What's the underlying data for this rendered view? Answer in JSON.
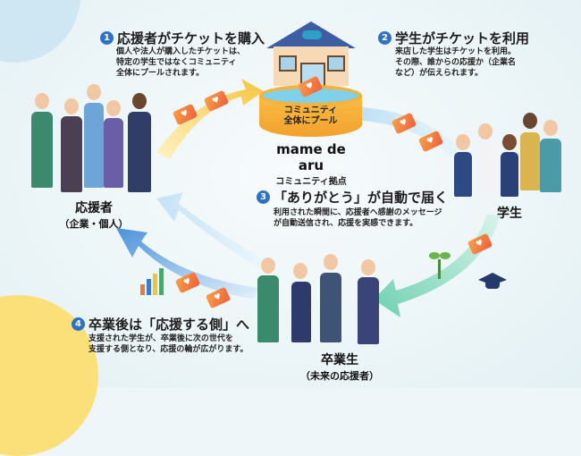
{
  "diagram": {
    "center": {
      "pool_label": "コミュニティ\n全体にプール",
      "brand_name": "mame de aru",
      "brand_sub": "コミュニティ拠点"
    },
    "steps": [
      {
        "number": "1",
        "title": "応援者がチケットを購入",
        "description": "個人や法人が購入したチケットは、\n特定の学生ではなくコミュニティ\n全体にプールされます。"
      },
      {
        "number": "2",
        "title": "学生がチケットを利用",
        "description": "来店した学生はチケットを利用。\nその際、誰からの応援か（企業名\nなど）が伝えられます。"
      },
      {
        "number": "3",
        "title": "「ありがとう」が自動で届く",
        "description": "利用された瞬間に、応援者へ感謝のメッセージ\nが自動送信され、応援を実感できます。"
      },
      {
        "number": "4",
        "title": "卒業後は「応援する側」へ",
        "description": "支援された学生が、卒業後に次の世代を\n支援する側となり、応援の輪が広がります。"
      }
    ],
    "roles": {
      "supporters": {
        "main": "応援者",
        "sub": "（企業・個人）"
      },
      "students": {
        "main": "学生"
      },
      "graduates": {
        "main": "卒業生",
        "sub": "（未来の応援者）"
      }
    },
    "icons": {
      "ticket": "heart-ticket-icon",
      "house": "community-house-icon",
      "pool": "ticket-pool-icon",
      "growth_chart": "bar-chart-growth-icon",
      "sprout": "sprout-icon",
      "graduation_cap": "graduation-cap-icon"
    },
    "colors": {
      "accent_blue": "#2f72c4",
      "arrow_yellow": "#f5c542",
      "arrow_blue": "#5aa2e0",
      "arrow_green": "#6fd0b0",
      "ticket_orange": "#f27a3c",
      "pool_orange": "#f5b23d"
    }
  }
}
